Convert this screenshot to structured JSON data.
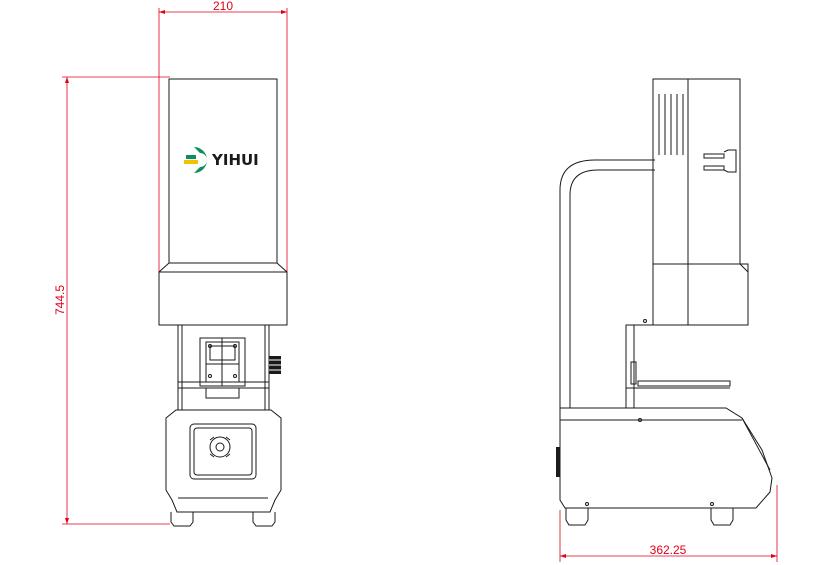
{
  "front_view": {
    "width_dimension": "210",
    "height_dimension": "744.5",
    "brand": "YIHUI"
  },
  "side_view": {
    "depth_dimension": "362.25"
  },
  "colors": {
    "dimension_lines": "#e0001b",
    "outline": "#1a1a1a",
    "logo_green": "#0b8f5c",
    "logo_yellow": "#f2c200"
  }
}
